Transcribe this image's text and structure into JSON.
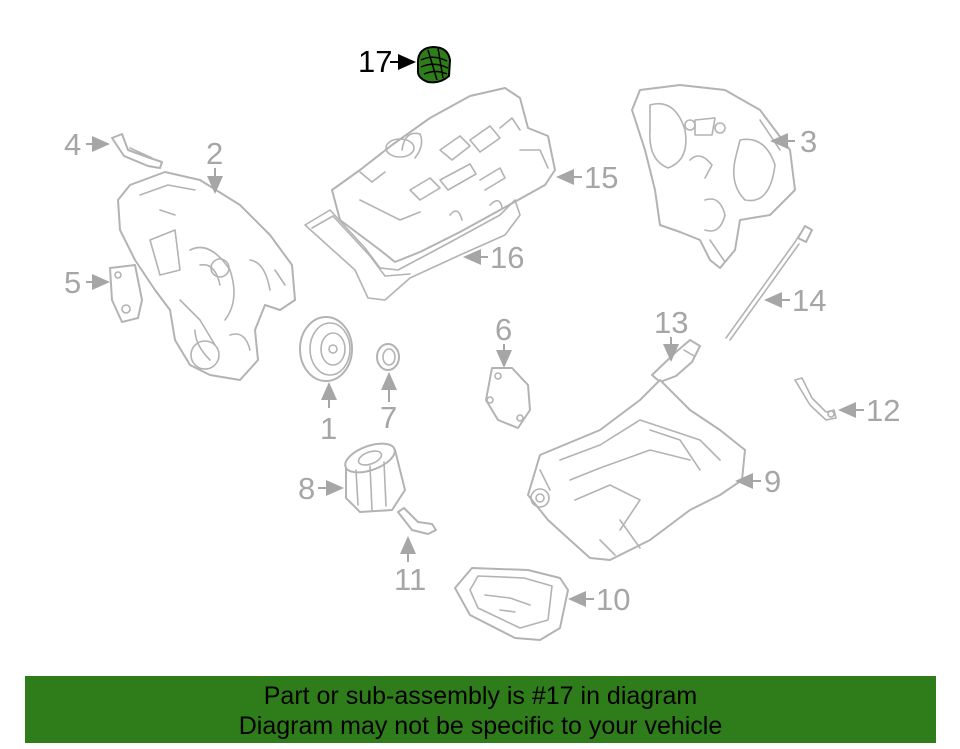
{
  "diagram": {
    "highlight_color": "#2e7d1a",
    "callouts": {
      "c1": "1",
      "c2": "2",
      "c3": "3",
      "c4": "4",
      "c5": "5",
      "c6": "6",
      "c7": "7",
      "c8": "8",
      "c9": "9",
      "c10": "10",
      "c11": "11",
      "c12": "12",
      "c13": "13",
      "c14": "14",
      "c15": "15",
      "c16": "16",
      "c17": "17"
    }
  },
  "banner": {
    "line1": "Part or sub-assembly is #17 in diagram",
    "line2": "Diagram may not be specific to your vehicle",
    "background": "#2e7d1a"
  }
}
